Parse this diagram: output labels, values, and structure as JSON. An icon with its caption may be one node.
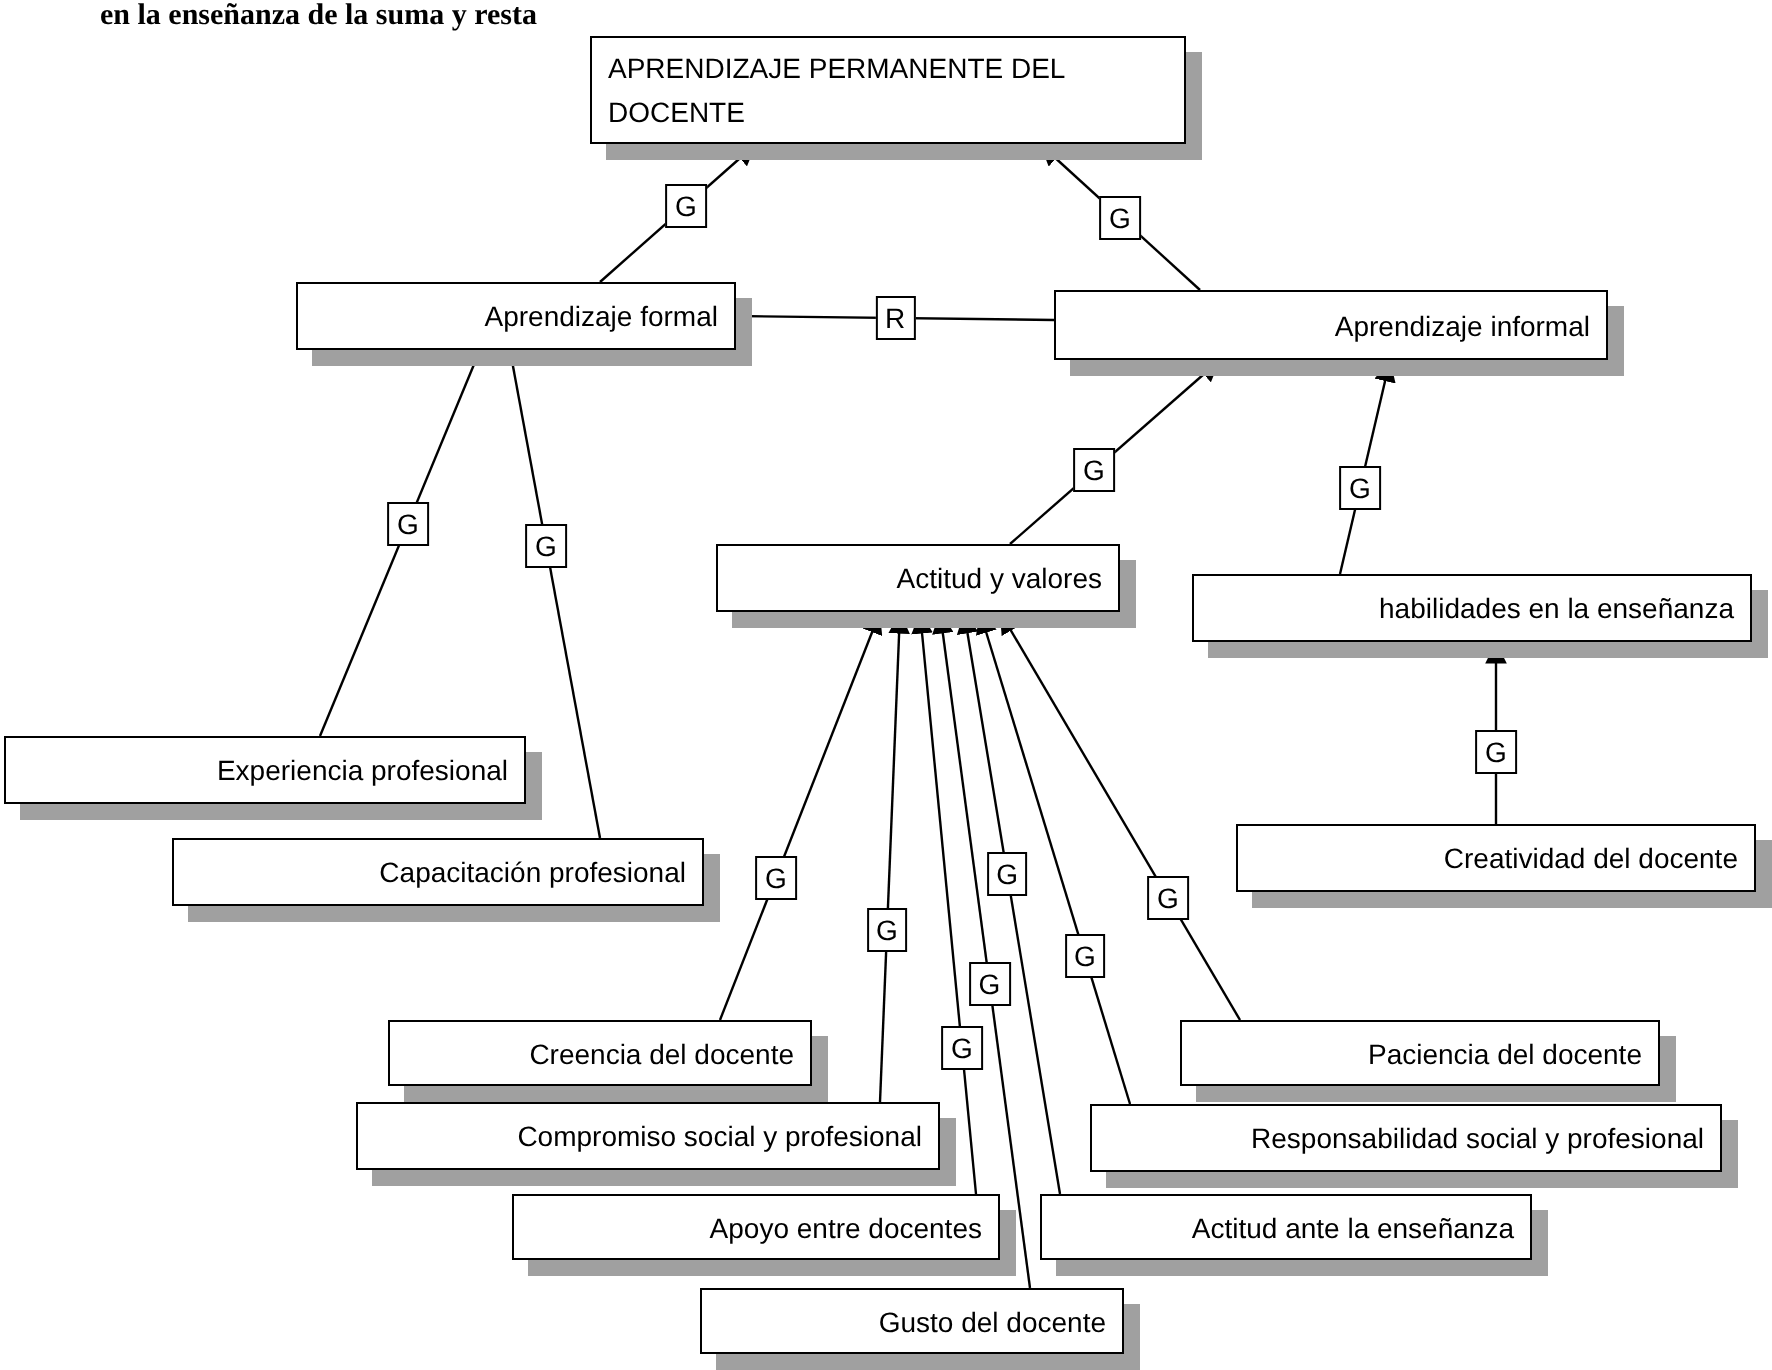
{
  "diagram": {
    "nodes": [
      {
        "text": [
          "APRENDIZAJE PERMANENTE DEL DOCENTE"
        ]
      },
      {
        "text": [
          "Aprendizaje formal"
        ]
      },
      {
        "text": [
          "Aprendizaje informal"
        ]
      },
      {
        "text": [
          "Actitud y valores"
        ]
      },
      {
        "text": [
          "habilidades en la enseñanza"
        ]
      },
      {
        "text": [
          "Experiencia profesional"
        ]
      },
      {
        "text": [
          "Capacitación profesional"
        ]
      },
      {
        "text": [
          "Creencia del docente"
        ]
      },
      {
        "text": [
          "Compromiso social y profesional"
        ]
      },
      {
        "text": [
          "Apoyo entre docentes"
        ]
      },
      {
        "text": [
          "Gusto del docente"
        ]
      },
      {
        "text": [
          "Paciencia del docente"
        ]
      },
      {
        "text": [
          "Responsabilidad social y profesional"
        ]
      },
      {
        "text": [
          "Actitud ante la enseñanza"
        ]
      },
      {
        "text": [
          "Creatividad del docente"
        ]
      }
    ],
    "edges": [
      {
        "from": 1,
        "to": 0,
        "arrow": "to",
        "label": "G"
      },
      {
        "from": 2,
        "to": 0,
        "arrow": "to",
        "label": "G"
      },
      {
        "from": 1,
        "to": 2,
        "arrow": "none",
        "label": "R"
      },
      {
        "from": 3,
        "to": 2,
        "arrow": "to",
        "label": "G"
      },
      {
        "from": 4,
        "to": 2,
        "arrow": "to",
        "label": "G"
      },
      {
        "from": 5,
        "to": 1,
        "arrow": "none",
        "label": "G"
      },
      {
        "from": 6,
        "to": 1,
        "arrow": "none",
        "label": "G"
      },
      {
        "from": 7,
        "to": 3,
        "arrow": "to",
        "label": "G"
      },
      {
        "from": 8,
        "to": 3,
        "arrow": "to",
        "label": "G"
      },
      {
        "from": 9,
        "to": 3,
        "arrow": "to",
        "label": "G"
      },
      {
        "from": 10,
        "to": 3,
        "arrow": "to",
        "label": "G"
      },
      {
        "from": 11,
        "to": 3,
        "arrow": "to",
        "label": "G"
      },
      {
        "from": 12,
        "to": 3,
        "arrow": "to",
        "label": "G"
      },
      {
        "from": 13,
        "to": 3,
        "arrow": "to",
        "label": "G"
      },
      {
        "from": 14,
        "to": 4,
        "arrow": "to",
        "label": "G"
      }
    ],
    "labels": [
      "en la enseñanza de la suma y resta"
    ]
  }
}
